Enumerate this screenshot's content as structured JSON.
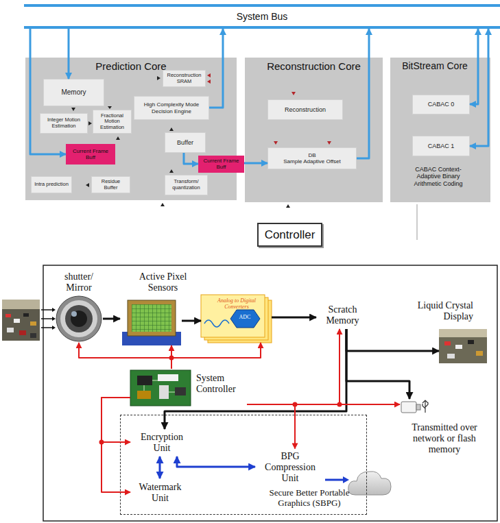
{
  "diagram": {
    "nodes": [
      {
        "text": [
          "System Bus"
        ]
      },
      {
        "text": [
          "Prediction Core"
        ]
      },
      {
        "text": [
          "Memory"
        ],
        "in": 1
      },
      {
        "text": [
          "Integer Motion Estimation"
        ],
        "in": 1
      },
      {
        "text": [
          "Fractional Motion Estimation"
        ],
        "in": 1
      },
      {
        "text": [
          "Current Frame Buff"
        ],
        "in": 1
      },
      {
        "text": [
          "Intra prediction"
        ],
        "in": 1
      },
      {
        "text": [
          "Residue Buffer"
        ],
        "in": 1
      },
      {
        "text": [
          "Reconstruction SRAM"
        ],
        "in": 1
      },
      {
        "text": [
          "High Complexity Mode Decision Engine"
        ],
        "in": 1
      },
      {
        "text": [
          "Buffer"
        ],
        "in": 1
      },
      {
        "text": [
          "Transform/ quantization"
        ],
        "in": 1
      },
      {
        "text": [
          "Current Frame Buff"
        ]
      },
      {
        "text": [
          "Reconstruction Core"
        ]
      },
      {
        "text": [
          "Reconstruction"
        ],
        "in": 13
      },
      {
        "text": [
          "DB",
          "Sample Adaptive Offset"
        ],
        "in": 13
      },
      {
        "text": [
          "BitStream Core",
          "CABAC Context-Adaptive Binary Arithmetic Coding"
        ]
      },
      {
        "text": [
          "CABAC 0"
        ],
        "in": 16
      },
      {
        "text": [
          "CABAC 1"
        ],
        "in": 16
      },
      {
        "text": [
          "Controller"
        ]
      },
      {
        "text": [
          "shutter/ Mirror"
        ]
      },
      {
        "text": [
          "Active Pixel Sensors"
        ]
      },
      {
        "text": [
          "Analog to Digital Converters",
          "ADC"
        ]
      },
      {
        "text": [
          "Scratch Memory"
        ]
      },
      {
        "text": [
          "Liquid Crystal Display"
        ]
      },
      {
        "text": [
          "System Controller"
        ]
      },
      {
        "text": [
          "Transmitted over network or flash memory"
        ]
      },
      {
        "text": [
          "Secure Better Portable Graphics (SBPG)"
        ]
      },
      {
        "text": [
          "Encryption Unit"
        ],
        "in": 27
      },
      {
        "text": [
          "BPG Compression Unit"
        ],
        "in": 27
      },
      {
        "text": [
          "Watermark Unit"
        ],
        "in": 27
      }
    ],
    "edges": [
      {
        "from": 0,
        "to": 2,
        "arrow": "to"
      },
      {
        "from": 0,
        "to": 5,
        "arrow": "to"
      },
      {
        "from": 9,
        "to": 0,
        "arrow": "to"
      },
      {
        "from": 15,
        "to": 0,
        "arrow": "to"
      },
      {
        "from": 0,
        "to": 17,
        "arrow": "both"
      },
      {
        "from": 0,
        "to": 18,
        "arrow": "both"
      },
      {
        "from": 10,
        "to": 12,
        "arrow": "to"
      },
      {
        "from": 12,
        "to": 15,
        "arrow": "to"
      },
      {
        "from": 20,
        "to": 21,
        "arrow": "to"
      },
      {
        "from": 21,
        "to": 22,
        "arrow": "to"
      },
      {
        "from": 22,
        "to": 23,
        "arrow": "to"
      },
      {
        "from": 23,
        "to": 24,
        "arrow": "to"
      },
      {
        "from": 23,
        "to": 26,
        "arrow": "to"
      },
      {
        "from": 23,
        "to": 28,
        "arrow": "to"
      },
      {
        "from": 25,
        "to": 20,
        "arrow": "to"
      },
      {
        "from": 25,
        "to": 21,
        "arrow": "to"
      },
      {
        "from": 25,
        "to": 22,
        "arrow": "to"
      },
      {
        "from": 25,
        "to": 23,
        "arrow": "to"
      },
      {
        "from": 25,
        "to": 26,
        "arrow": "to"
      },
      {
        "from": 25,
        "to": 28,
        "arrow": "to"
      },
      {
        "from": 25,
        "to": 30,
        "arrow": "to"
      },
      {
        "from": 25,
        "to": 29,
        "arrow": "to"
      },
      {
        "from": 28,
        "to": 30,
        "arrow": "both"
      },
      {
        "from": 29,
        "to": 28,
        "arrow": "both"
      }
    ]
  }
}
